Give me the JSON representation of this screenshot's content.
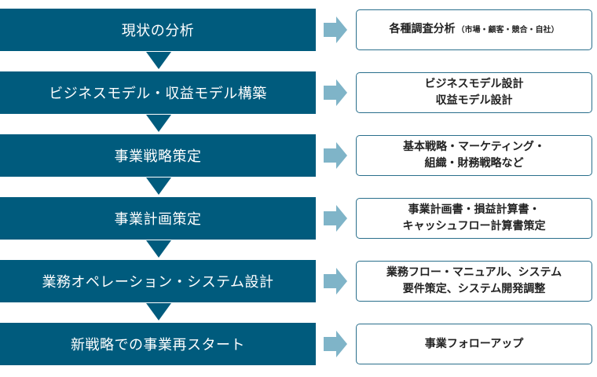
{
  "colors": {
    "stage_fill": "#005b7d",
    "arrow_fill": "#7fb4c8",
    "down_arrow_fill": "#005b7d",
    "box_border": "#2a6f8c"
  },
  "steps": [
    {
      "stage": "現状の分析",
      "output_lines": [
        "各種調査分析"
      ],
      "output_note": "（市場・顧客・競合・自社）"
    },
    {
      "stage": "ビジネスモデル・収益モデル構築",
      "output_lines": [
        "ビジネスモデル設計",
        "収益モデル設計"
      ]
    },
    {
      "stage": "事業戦略策定",
      "output_lines": [
        "基本戦略・マーケティング・",
        "組織・財務戦略など"
      ]
    },
    {
      "stage": "事業計画策定",
      "output_lines": [
        "事業計画書・損益計算書・",
        "キャッシュフロー計算書策定"
      ]
    },
    {
      "stage": "業務オペレーション・システム設計",
      "output_lines": [
        "業務フロー・マニュアル、システム",
        "要件策定、システム開発調整"
      ]
    },
    {
      "stage": "新戦略での事業再スタート",
      "output_lines": [
        "事業フォローアップ"
      ]
    }
  ]
}
